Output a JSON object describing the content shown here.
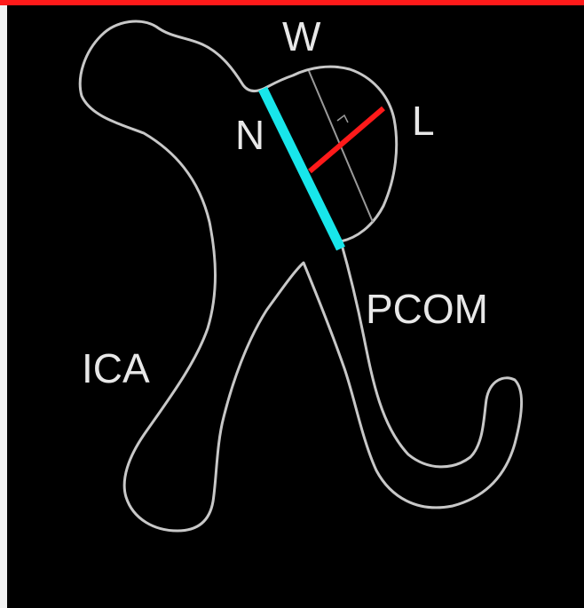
{
  "labels": {
    "w": "W",
    "n": "N",
    "l": "L",
    "pcom": "PCOM",
    "ica": "ICA"
  },
  "colors": {
    "background": "#000000",
    "top_bar": "#ff1a1a",
    "outline": "#c8c8c8",
    "label_text": "#e8e8e8",
    "neck_line": "#18e6ea",
    "height_line": "#ff1a1a",
    "width_line": "#9a9a9a"
  }
}
